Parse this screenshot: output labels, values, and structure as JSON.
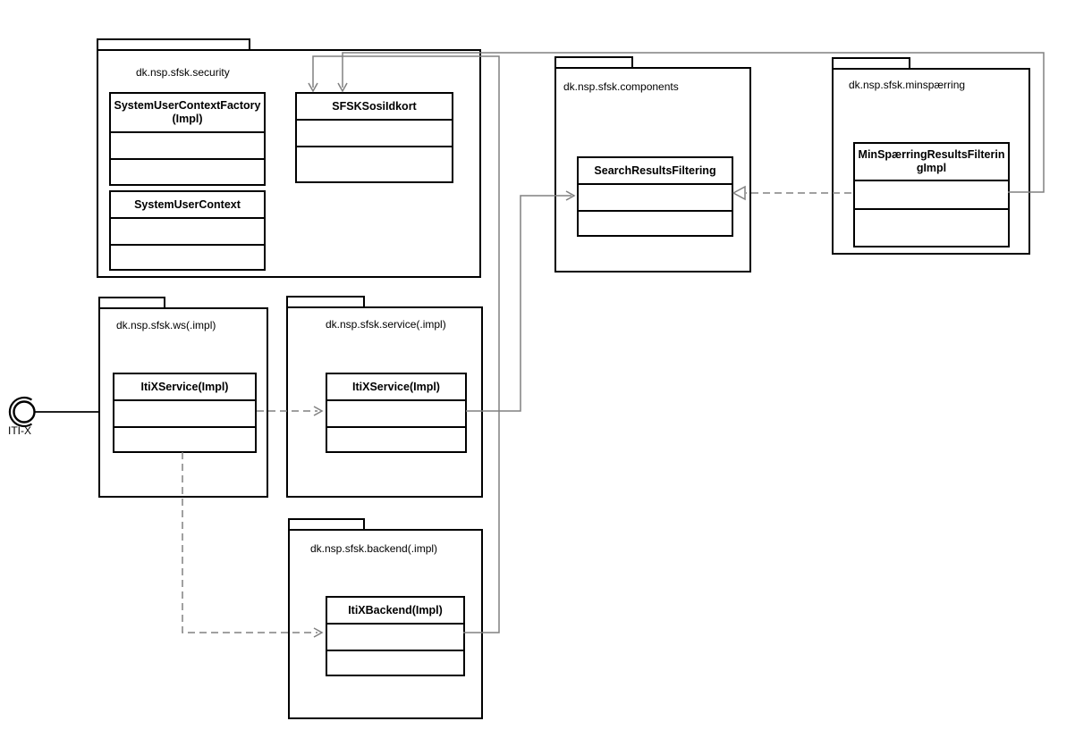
{
  "colors": {
    "background": "#ffffff",
    "shape_border": "#000000",
    "connector": "#808080",
    "text": "#000000"
  },
  "interface": {
    "label": "ITI-X"
  },
  "packages": {
    "security": {
      "label": "dk.nsp.sfsk.security"
    },
    "components": {
      "label": "dk.nsp.sfsk.components"
    },
    "minspaerring": {
      "label": "dk.nsp.sfsk.minspærring"
    },
    "ws": {
      "label": "dk.nsp.sfsk.ws(.impl)"
    },
    "service": {
      "label": "dk.nsp.sfsk.service(.impl)"
    },
    "backend": {
      "label": "dk.nsp.sfsk.backend(.impl)"
    }
  },
  "classes": {
    "factory": {
      "name": "SystemUserContextFactory\n(Impl)"
    },
    "sosiidkort": {
      "name": "SFSKSosiIdkort"
    },
    "context": {
      "name": "SystemUserContext"
    },
    "srf": {
      "name": "SearchResultsFiltering"
    },
    "minspaerring": {
      "name": "MinSpærringResultsFilterin\ngImpl"
    },
    "ws_service": {
      "name": "ItiXService(Impl)"
    },
    "svc_service": {
      "name": "ItiXService(Impl)"
    },
    "backend": {
      "name": "ItiXBackend(Impl)"
    }
  },
  "relationships": [
    {
      "from": "ITI-X",
      "to": "dk.nsp.sfsk.ws(.impl)",
      "type": "provided-interface",
      "style": "solid"
    },
    {
      "from": "ItiXService(Impl) [ws]",
      "to": "ItiXService(Impl) [service]",
      "type": "dependency",
      "style": "dashed-open-arrow"
    },
    {
      "from": "ItiXService(Impl) [ws]",
      "to": "ItiXBackend(Impl)",
      "type": "dependency",
      "style": "dashed-open-arrow"
    },
    {
      "from": "ItiXService(Impl) [service]",
      "to": "SearchResultsFiltering",
      "type": "association",
      "style": "solid-open-arrow"
    },
    {
      "from": "ItiXBackend(Impl)",
      "to": "SFSKSosiIdkort",
      "type": "association",
      "style": "solid-open-arrow"
    },
    {
      "from": "MinSpærringResultsFilteringImpl",
      "to": "SFSKSosiIdkort",
      "type": "association",
      "style": "solid-open-arrow"
    },
    {
      "from": "MinSpærringResultsFilteringImpl",
      "to": "SearchResultsFiltering",
      "type": "realization",
      "style": "dashed-hollow-triangle"
    }
  ]
}
